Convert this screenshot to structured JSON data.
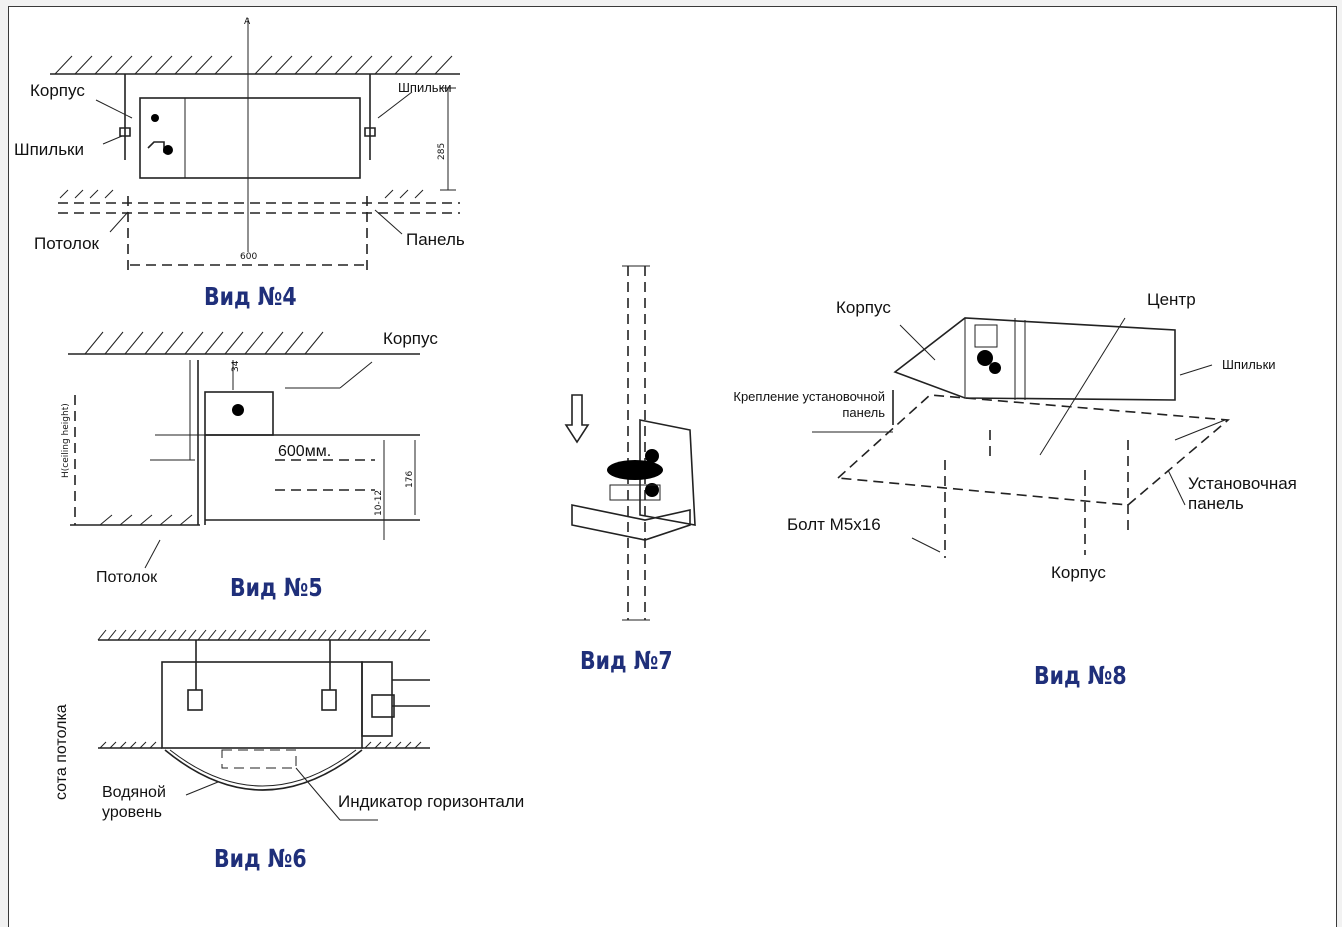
{
  "views": {
    "v4": {
      "title": "Вид №4",
      "axis_marker": "A",
      "dim_width": "600",
      "dim_height": "285",
      "label_body": "Корпус",
      "label_studs_left": "Шпильки",
      "label_studs_right": "Шпильки",
      "label_ceiling": "Потолок",
      "label_panel": "Панель"
    },
    "v5": {
      "title": "Вид №5",
      "label_body": "Корпус",
      "label_width": "600мм.",
      "label_ceiling": "Потолок",
      "dim_ceiling_height": "H(ceiling height)",
      "dim_top": "34",
      "dim_gap": "10-12",
      "dim_depth": "176"
    },
    "v6": {
      "title": "Вид №6",
      "label_ceiling_cell": "сота потолка",
      "label_water_level": "Водяной\nуровень",
      "label_horizontal_indicator": "Индикатор горизонтали"
    },
    "v7": {
      "title": "Вид №7"
    },
    "v8": {
      "title": "Вид №8",
      "label_body_top": "Корпус",
      "label_center": "Центр",
      "label_studs": "Шпильки",
      "label_panel_mount": "Крепление установочной\nпанель",
      "label_mount_panel": "Установочная\nпанель",
      "label_bolt": "Болт М5х16",
      "label_body_bottom": "Корпус"
    }
  },
  "colors": {
    "title_blue": "#1f2f7a",
    "line": "#222222",
    "background": "#f2f2f2"
  }
}
